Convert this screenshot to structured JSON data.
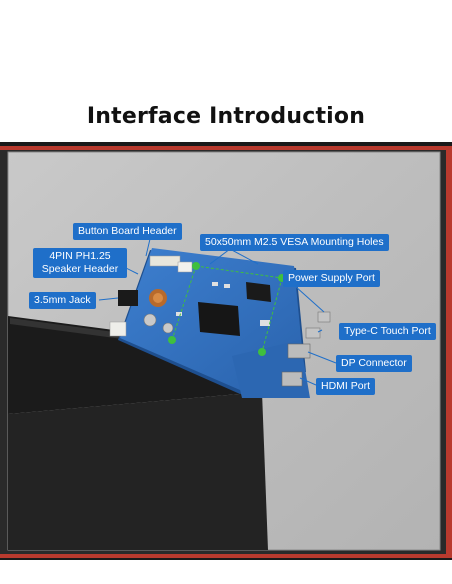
{
  "title": "Interface Introduction",
  "label_color": "#1f6fc9",
  "labels": {
    "button_board_header": "Button Board Header",
    "speaker_header_line1": "4PIN PH1.25",
    "speaker_header_line2": "Speaker Header",
    "vesa_holes": "50x50mm M2.5 VESA Mounting Holes",
    "power_supply_port": "Power Supply Port",
    "jack": "3.5mm Jack",
    "typec_touch_port": "Type-C Touch Port",
    "dp_connector": "DP Connector",
    "hdmi_port": "HDMI Port"
  }
}
